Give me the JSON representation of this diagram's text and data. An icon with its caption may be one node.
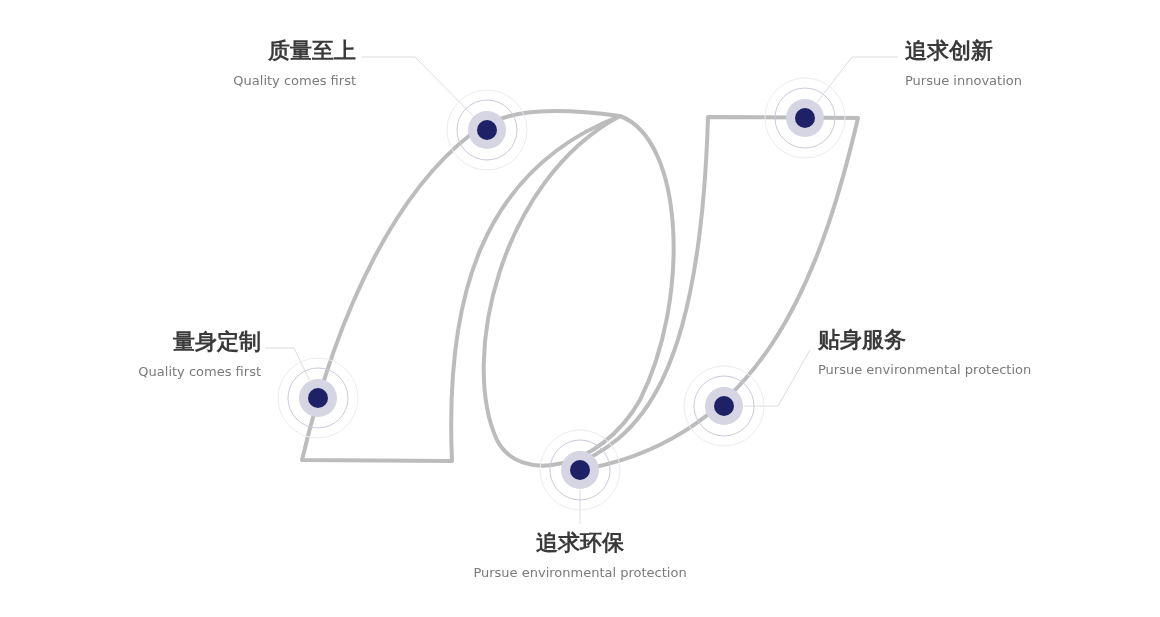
{
  "diagram": {
    "nodes": [
      {
        "text": [
          "质量至上",
          "Quality comes first"
        ]
      },
      {
        "text": [
          "追求创新",
          "Pursue innovation"
        ]
      },
      {
        "text": [
          "量身定制",
          "Quality comes first"
        ]
      },
      {
        "text": [
          "贴身服务",
          "Pursue environmental protection"
        ]
      },
      {
        "text": [
          "追求环保",
          "Pursue environmental protection"
        ]
      },
      {
        "text": [],
        "shape": "circle"
      },
      {
        "text": [],
        "shape": "circle"
      },
      {
        "text": [],
        "shape": "circle"
      },
      {
        "text": [],
        "shape": "circle"
      },
      {
        "text": [],
        "shape": "circle"
      }
    ],
    "edges": [
      {
        "from": 0,
        "to": 6,
        "arrow": "none"
      },
      {
        "from": 1,
        "to": 9,
        "arrow": "none"
      },
      {
        "from": 2,
        "to": 5,
        "arrow": "none"
      },
      {
        "from": 3,
        "to": 8,
        "arrow": "none"
      },
      {
        "from": 4,
        "to": 7,
        "arrow": "none"
      }
    ]
  }
}
